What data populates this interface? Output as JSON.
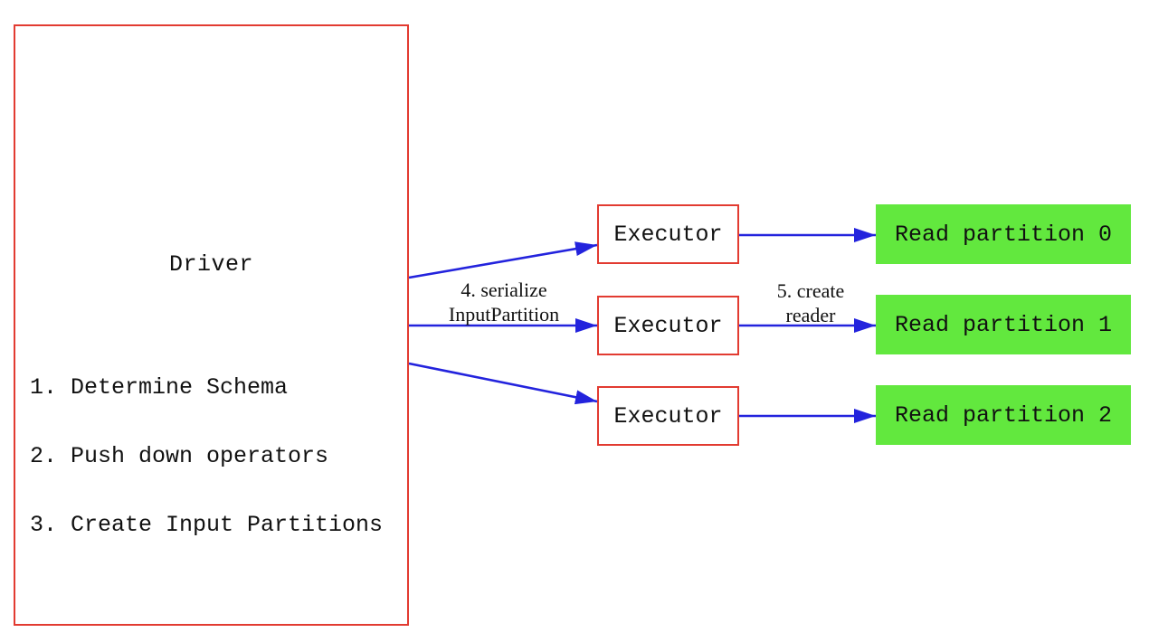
{
  "diagram": {
    "driver": {
      "title": "Driver",
      "steps": [
        "1. Determine Schema",
        "2. Push down operators",
        "3. Create Input Partitions"
      ]
    },
    "executors": [
      {
        "label": "Executor"
      },
      {
        "label": "Executor"
      },
      {
        "label": "Executor"
      }
    ],
    "partitions": [
      {
        "label": "Read partition 0"
      },
      {
        "label": "Read partition 1"
      },
      {
        "label": "Read partition 2"
      }
    ],
    "edge_labels": {
      "serialize": {
        "line1": "4. serialize",
        "line2": "InputPartition"
      },
      "create_reader": {
        "line1": "5. create",
        "line2": "reader"
      }
    },
    "colors": {
      "box_border": "#e23b31",
      "arrow": "#2323dd",
      "partition_fill": "#62e83e",
      "text": "#111111"
    }
  }
}
